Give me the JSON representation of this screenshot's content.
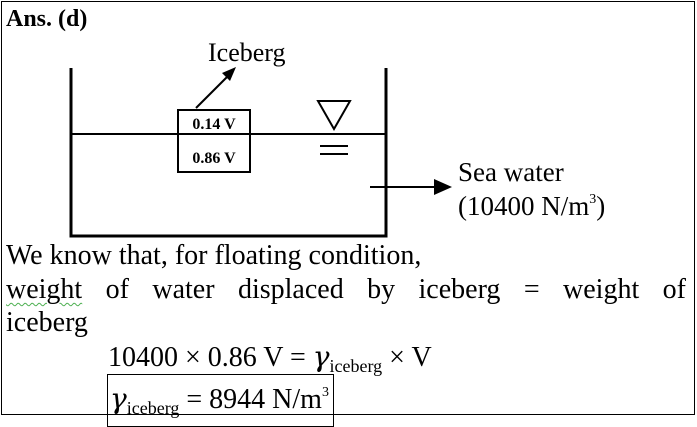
{
  "answer_label": "Ans. (d)",
  "diagram": {
    "iceberg_label": "Iceberg",
    "top_fraction": "0.14 V",
    "bottom_fraction": "0.86 V",
    "sea_water_label": "Sea water",
    "sea_water_weight_prefix": "(10400 N/m",
    "sea_water_weight_exp": "3",
    "sea_water_weight_suffix": ")"
  },
  "text": {
    "line1": "We know that, for floating condition,",
    "line2_words": [
      "weight",
      "of",
      "water",
      "displaced",
      "by",
      "iceberg",
      "=",
      "weight",
      "of"
    ],
    "line3": "iceberg"
  },
  "equation": {
    "lhs": "10400 × 0.86 V = ",
    "gamma": "γ",
    "subscript": "iceberg",
    "rhs": " × V"
  },
  "result": {
    "gamma": "γ",
    "subscript": "iceberg",
    "value": " = 8944 N/m",
    "exp": "3"
  }
}
